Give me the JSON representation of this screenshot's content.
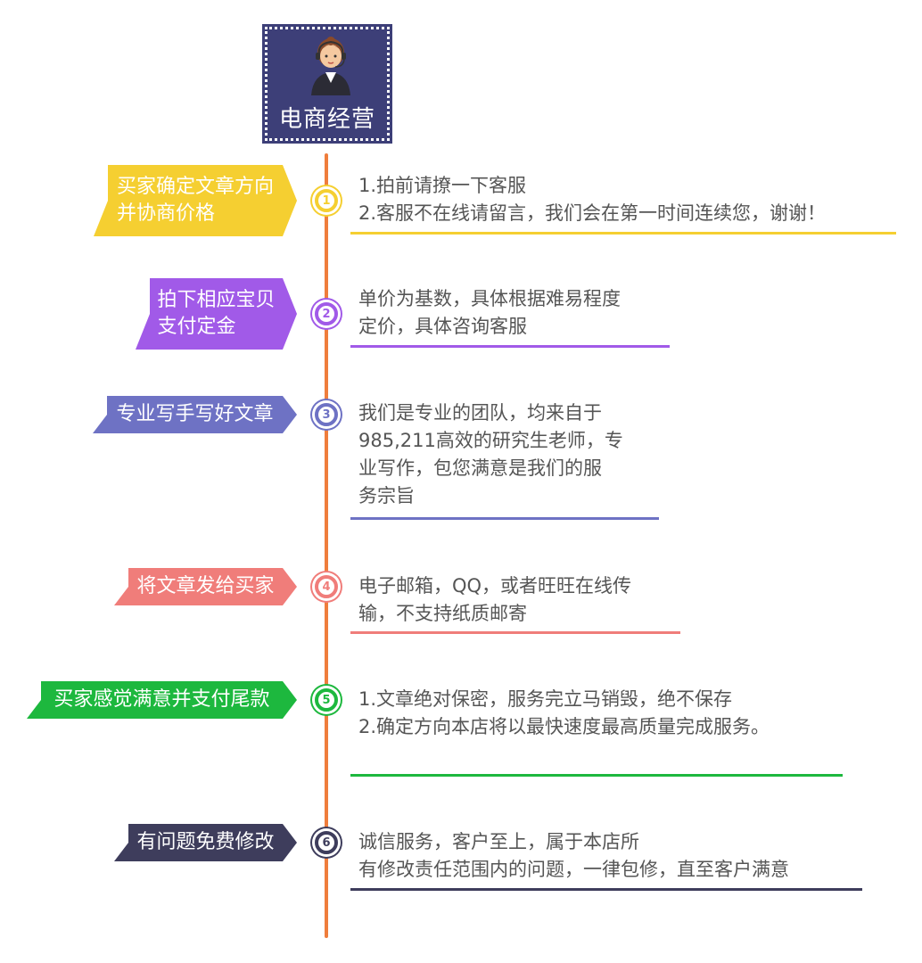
{
  "header": {
    "title": "电商经营"
  },
  "steps": [
    {
      "number": "1",
      "color": "#f5cf31",
      "label_lines": [
        "买家确定文章方向",
        "并协商价格"
      ],
      "desc_lines": [
        "1.拍前请撩一下客服",
        "2.客服不在线请留言，我们会在第一时间连续您，谢谢！"
      ]
    },
    {
      "number": "2",
      "color": "#a15ae8",
      "label_lines": [
        "拍下相应宝贝",
        "支付定金"
      ],
      "desc_lines": [
        "单价为基数，具体根据难易程度",
        "定价，具体咨询客服"
      ]
    },
    {
      "number": "3",
      "color": "#6e72c4",
      "label_lines": [
        "专业写手写好文章"
      ],
      "desc_lines": [
        "我们是专业的团队，均来自于",
        "985,211高效的研究生老师，专",
        "业写作，包您满意是我们的服",
        "务宗旨"
      ]
    },
    {
      "number": "4",
      "color": "#f07d7a",
      "label_lines": [
        "将文章发给买家"
      ],
      "desc_lines": [
        "电子邮箱，QQ，或者旺旺在线传",
        "输，不支持纸质邮寄"
      ]
    },
    {
      "number": "5",
      "color": "#1db83e",
      "label_lines": [
        "买家感觉满意并支付尾款"
      ],
      "desc_lines": [
        "1.文章绝对保密，服务完立马销毁，绝不保存",
        "2.确定方向本店将以最快速度最高质量完成服务。"
      ]
    },
    {
      "number": "6",
      "color": "#3e3d5c",
      "label_lines": [
        "有问题免费修改"
      ],
      "desc_lines": [
        "诚信服务，客户至上，属于本店所",
        "有修改责任范围内的问题，一律包修，直至客户满意"
      ]
    }
  ]
}
